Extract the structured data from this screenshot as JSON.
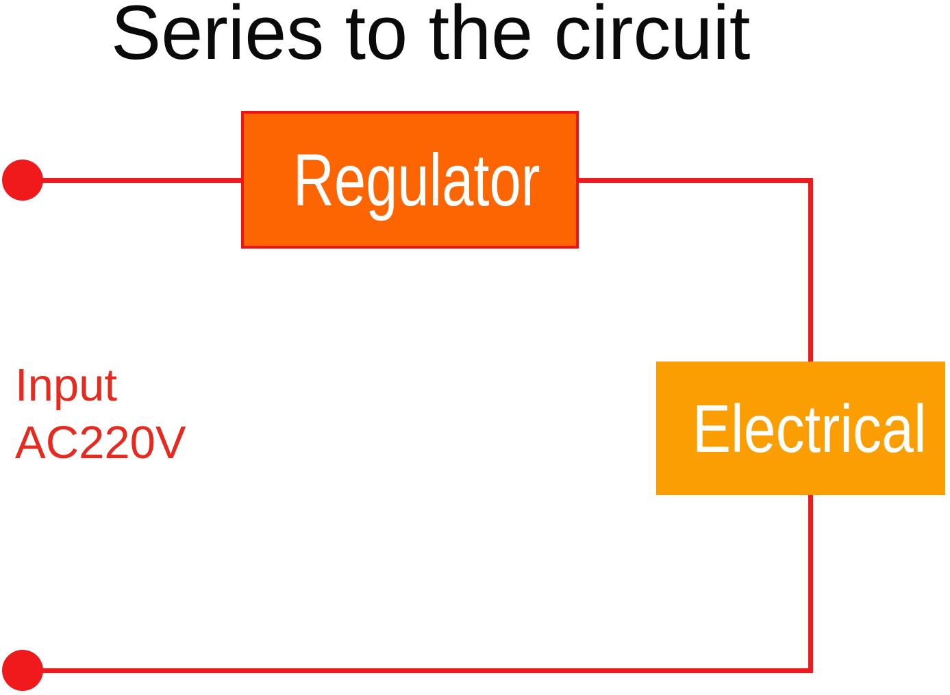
{
  "title": "Series to the circuit",
  "components": {
    "regulator_label": "Regulator",
    "electrical_label": "Electrical"
  },
  "annotations": {
    "input_line1": "Input",
    "input_line2": "AC220V"
  },
  "colors": {
    "background": "#ffffff",
    "title_text": "#0a0a0a",
    "wire_red": "#f01a1d",
    "terminal_dot_red": "#f01a1d",
    "regulator_fill": "#fd6502",
    "regulator_border": "#ee1414",
    "electrical_fill": "#fa9e04",
    "box_label_text": "#ffffff",
    "input_text_red": "#e62a20"
  }
}
